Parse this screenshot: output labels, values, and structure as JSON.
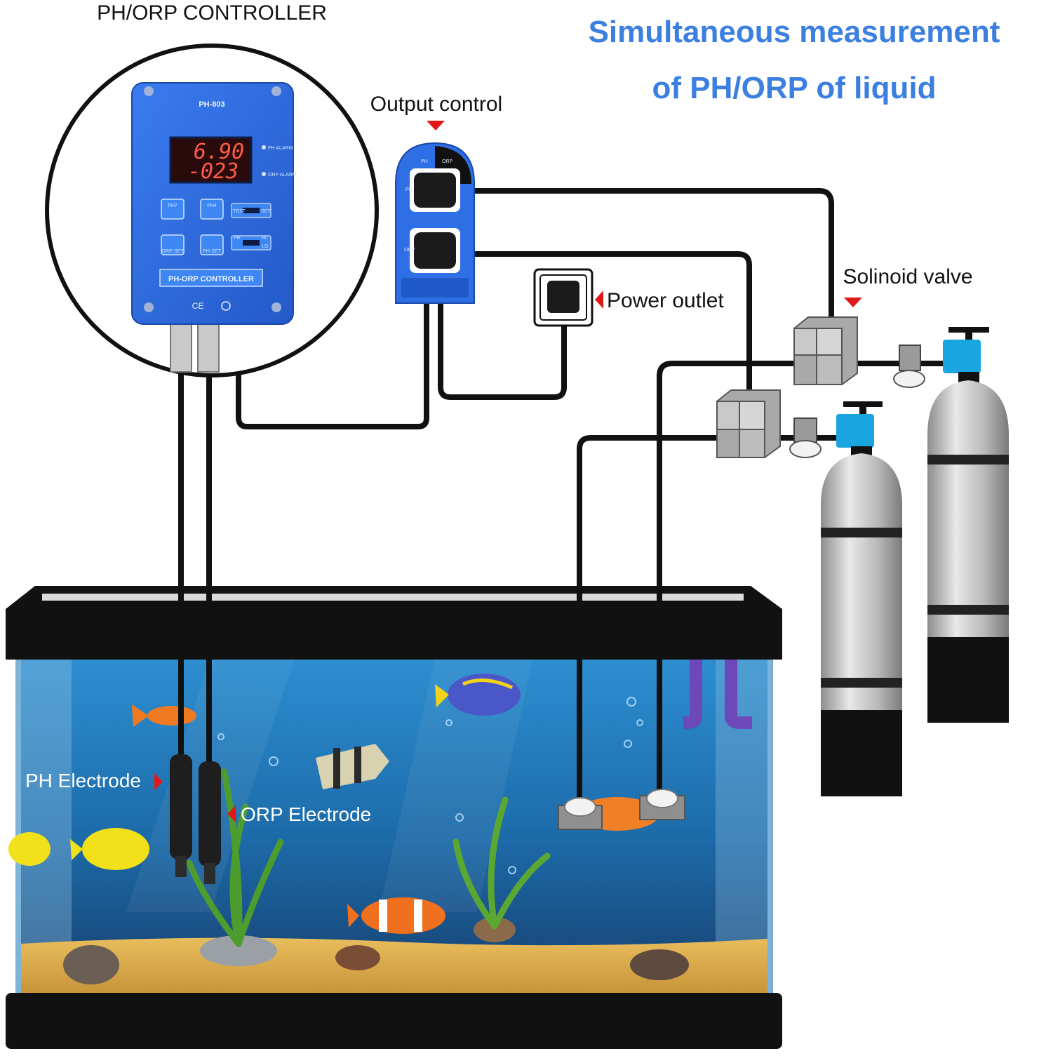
{
  "headline": {
    "line1": "Simultaneous measurement",
    "line2": "of PH/ORP of liquid"
  },
  "labels": {
    "controller_title": "PH/ORP CONTROLLER",
    "output_control": "Output control",
    "power_outlet": "Power outlet",
    "solenoid_valve": "Solinoid valve",
    "ph_electrode": "PH Electrode",
    "orp_electrode": "ORP Electrode"
  },
  "device": {
    "model": "PH-803",
    "ph_reading": "6.90",
    "orp_reading": "-023",
    "panel_label": "PH-ORP CONTROLLER",
    "cert_mark": "CE",
    "btn_ph7": "PH7",
    "btn_ph4": "PH4",
    "btn_orp_set": "ORP-SET",
    "btn_ph_set": "PH-SET",
    "alarm_ph": "PH ALARM",
    "alarm_orp": "ORP ALARM",
    "switch_test": "TEST",
    "switch_set": "SET",
    "switch_ph": "PH",
    "switch_hi": "HI",
    "switch_lo": "LO"
  },
  "output_box": {
    "tag_ph": "PH",
    "tag_orp": "ORP",
    "side_ph": "PH",
    "side_orp": "ORP"
  },
  "colors": {
    "headline_blue": "#3b7fe0",
    "device_blue": "#2f6fe6",
    "display_red": "#ff5a4a",
    "arrow_red": "#e01818",
    "valve_blue": "#19a6e0",
    "water_blue": "#1f73b3",
    "sand": "#e2b34e"
  }
}
